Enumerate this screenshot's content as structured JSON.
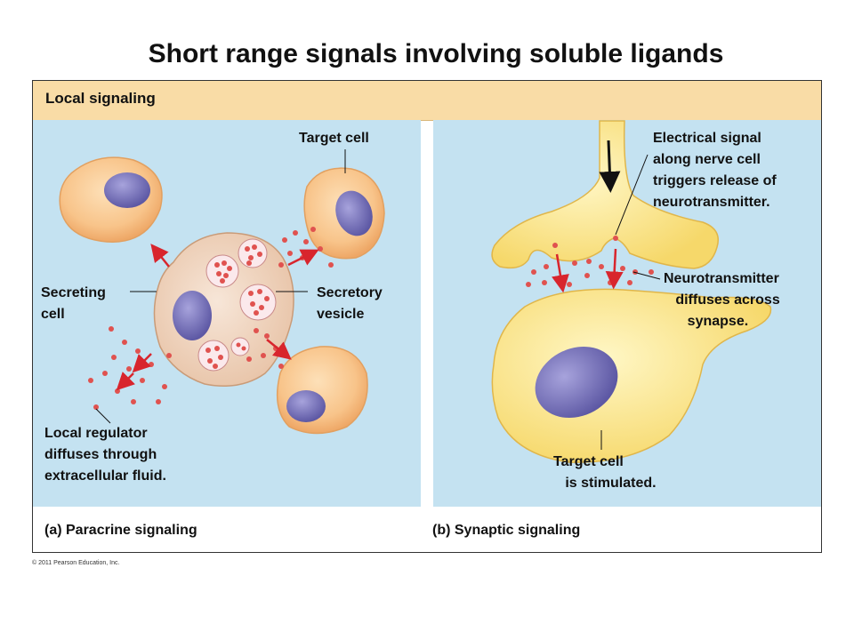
{
  "title": "Short range signals involving soluble ligands",
  "header": "Local signaling",
  "paracrine": {
    "target_cell": "Target cell",
    "secreting_cell": "Secreting\ncell",
    "secretory_vesicle": "Secretory\nvesicle",
    "local_regulator": "Local regulator\ndiffuses through\nextracellular fluid.",
    "caption": "(a) Paracrine signaling"
  },
  "synaptic": {
    "electrical_signal": "Electrical signal\nalong nerve cell\ntriggers release of\nneurotransmitter.",
    "neurotransmitter": "Neurotransmitter\n   diffuses across\n      synapse.",
    "target_cell": "Target cell\n   is stimulated.",
    "caption": "(b) Synaptic signaling"
  },
  "copyright": "© 2011 Pearson Education, Inc.",
  "colors": {
    "panel_blue": "#c4e2f1",
    "header_tan": "#f9dca6",
    "cell_orange": "#f8c48a",
    "nucleus_purple": "#7b76bd",
    "neuron_yellow": "#f9e48c",
    "dot_red": "#e0524f",
    "arrow_red": "#d8252d"
  }
}
